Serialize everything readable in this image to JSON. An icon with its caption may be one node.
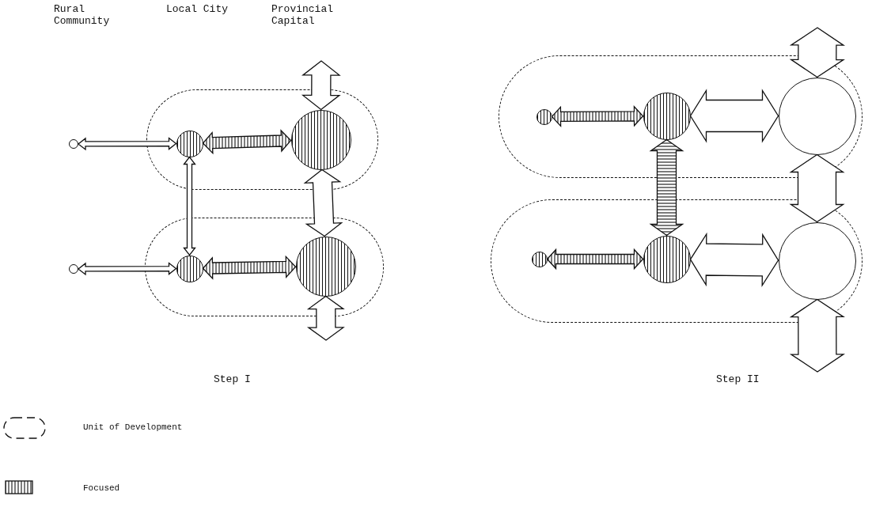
{
  "diagram": {
    "nodes": [
      {
        "text": [],
        "shape": "capsule"
      },
      {
        "text": [],
        "shape": "circle"
      },
      {
        "text": [],
        "shape": "circle",
        "in": 0
      },
      {
        "text": [],
        "shape": "circle",
        "in": 0
      },
      {
        "text": [],
        "shape": "capsule"
      },
      {
        "text": [],
        "shape": "circle"
      },
      {
        "text": [],
        "shape": "circle",
        "in": 4
      },
      {
        "text": [],
        "shape": "circle",
        "in": 4
      },
      {
        "text": [],
        "shape": "capsule"
      },
      {
        "text": [],
        "shape": "circle",
        "in": 8
      },
      {
        "text": [],
        "shape": "circle",
        "in": 8
      },
      {
        "text": [],
        "shape": "circle",
        "in": 8
      },
      {
        "text": [],
        "shape": "capsule"
      },
      {
        "text": [],
        "shape": "circle",
        "in": 12
      },
      {
        "text": [],
        "shape": "circle",
        "in": 12
      },
      {
        "text": [],
        "shape": "circle",
        "in": 12
      }
    ],
    "edges": [
      {
        "from": 1,
        "to": 2,
        "arrow": "both"
      },
      {
        "from": 2,
        "to": 3,
        "arrow": "both"
      },
      {
        "from": null,
        "to": 3,
        "arrow": "both"
      },
      {
        "from": 2,
        "to": 6,
        "arrow": "both"
      },
      {
        "from": 3,
        "to": 7,
        "arrow": "both"
      },
      {
        "from": 5,
        "to": 6,
        "arrow": "both"
      },
      {
        "from": 6,
        "to": 7,
        "arrow": "both"
      },
      {
        "from": 7,
        "to": null,
        "arrow": "both"
      },
      {
        "from": 9,
        "to": 10,
        "arrow": "both"
      },
      {
        "from": 10,
        "to": 11,
        "arrow": "both"
      },
      {
        "from": null,
        "to": 11,
        "arrow": "both"
      },
      {
        "from": 10,
        "to": 14,
        "arrow": "both"
      },
      {
        "from": 11,
        "to": 15,
        "arrow": "both"
      },
      {
        "from": 13,
        "to": 14,
        "arrow": "both"
      },
      {
        "from": 14,
        "to": 15,
        "arrow": "both"
      },
      {
        "from": 15,
        "to": null,
        "arrow": "both"
      }
    ],
    "labels": [
      "Rural Community",
      "Local City",
      "Provincial Capital",
      "Step I",
      "Step II"
    ],
    "legend": [
      {
        "text": "Unit of Development"
      },
      {
        "text": "Focused"
      }
    ]
  }
}
